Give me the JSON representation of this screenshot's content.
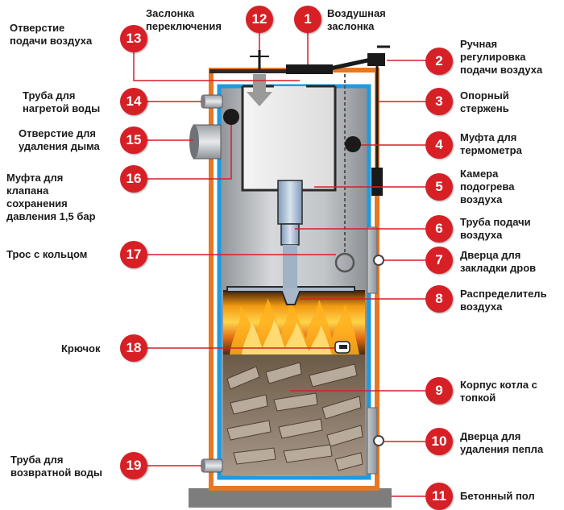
{
  "colors": {
    "badge": "#d71f26",
    "casing": "#e87722",
    "water_jacket": "#1e9be0",
    "chamber": "#b9bcbf",
    "floor": "#7d7d7d",
    "fire": "#f08a10",
    "wood": "#8a7a66"
  },
  "labels": [
    {
      "id": "1",
      "text": "Воздушная\nзаслонка"
    },
    {
      "id": "2",
      "text": "Ручная\nрегулировка\nподачи воздуха"
    },
    {
      "id": "3",
      "text": "Опорный\nстержень"
    },
    {
      "id": "4",
      "text": "Муфта для\nтермометра"
    },
    {
      "id": "5",
      "text": "Камера\nподогрева\nвоздуха"
    },
    {
      "id": "6",
      "text": "Труба подачи\nвоздуха"
    },
    {
      "id": "7",
      "text": "Дверца для\nзакладки дров"
    },
    {
      "id": "8",
      "text": "Распределитель\nвоздуха"
    },
    {
      "id": "9",
      "text": "Корпус котла с\nтопкой"
    },
    {
      "id": "10",
      "text": "Дверца для\nудаления пепла"
    },
    {
      "id": "11",
      "text": "Бетонный пол"
    },
    {
      "id": "12",
      "text": "Заслонка\nпереключения"
    },
    {
      "id": "13",
      "text": "Отверстие\nподачи воздуха"
    },
    {
      "id": "14",
      "text": "Труба для\nнагретой воды"
    },
    {
      "id": "15",
      "text": "Отверстие для\nудаления дыма"
    },
    {
      "id": "16",
      "text": "Муфта для\nклапана\nсохранения\nдавления 1,5 бар"
    },
    {
      "id": "17",
      "text": "Трос с кольцом"
    },
    {
      "id": "18",
      "text": "Крючок"
    },
    {
      "id": "19",
      "text": "Труба для\nвозвратной воды"
    }
  ]
}
